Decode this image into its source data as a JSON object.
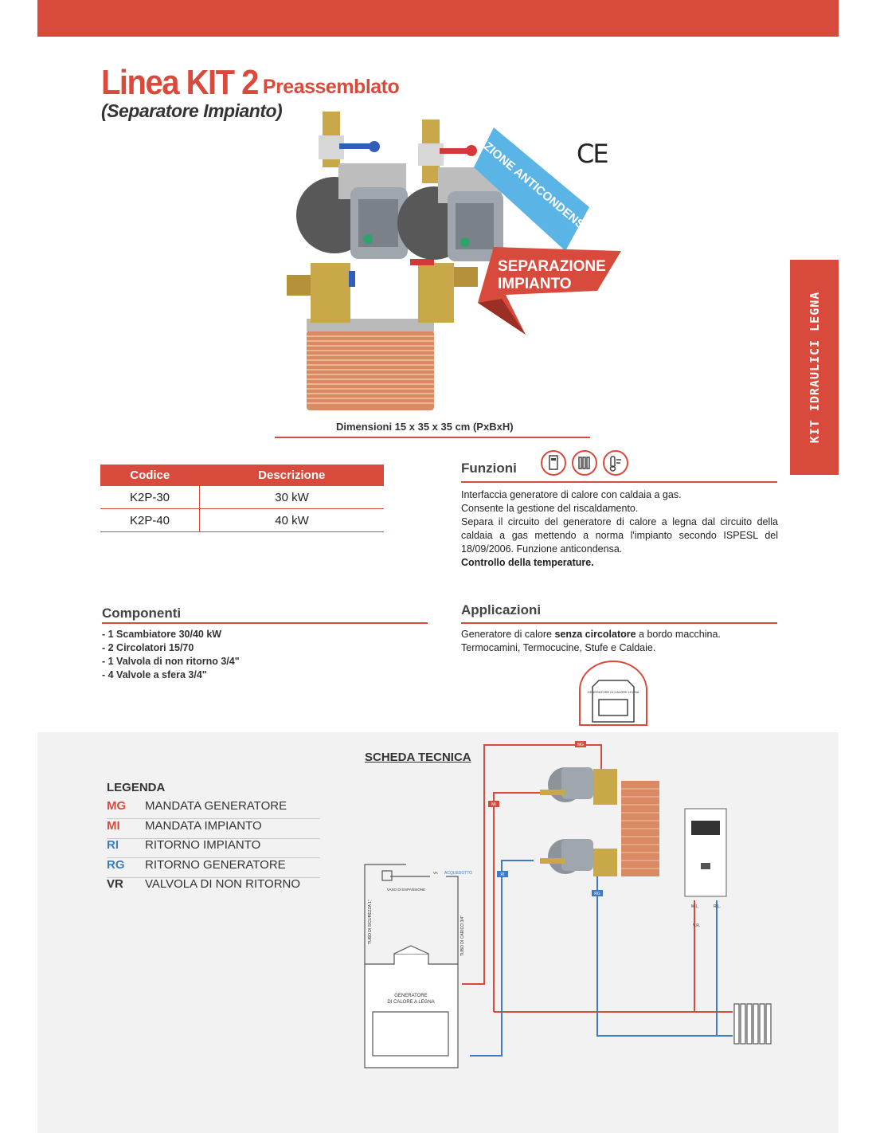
{
  "header": {
    "title_main": "Linea KIT 2",
    "title_suffix": "Preassemblato",
    "subtitle": "(Separatore Impianto)",
    "ce_mark": "CE",
    "side_tab": "KIT IDRAULICI LEGNA"
  },
  "product": {
    "badge_anticondensa": "FUNZIONE ANTICONDENSA",
    "badge_separazione_1": "SEPARAZIONE",
    "badge_separazione_2": "IMPIANTO",
    "dimensions": "Dimensioni 15 x 35 x 35 cm (PxBxH)"
  },
  "codes_table": {
    "headers": [
      "Codice",
      "Descrizione"
    ],
    "rows": [
      [
        "K2P-30",
        "30 kW"
      ],
      [
        "K2P-40",
        "40 kW"
      ]
    ]
  },
  "funzioni": {
    "heading": "Funzioni",
    "icons": [
      "boiler-icon",
      "radiator-icon",
      "temperature-icon"
    ],
    "lines": [
      "Interfaccia generatore di calore con caldaia a gas.",
      "Consente la gestione del riscaldamento.",
      "Separa il circuito del generatore di calore a legna dal circuito della caldaia a gas mettendo a norma l'impianto secondo ISPESL del 18/09/2006. Funzione anticondensa."
    ],
    "bold_line": "Controllo della temperature."
  },
  "componenti": {
    "heading": "Componenti",
    "items": [
      "- 1 Scambiatore 30/40 kW",
      "- 2 Circolatori 15/70",
      "- 1 Valvola di non ritorno 3/4\"",
      "- 4 Valvole a sfera 3/4\""
    ]
  },
  "applicazioni": {
    "heading": "Applicazioni",
    "line1_a": "Generatore di calore ",
    "line1_b": "senza circolatore",
    "line1_c": " a bordo macchina.",
    "line2": "Termocamini, Termocucine, Stufe e Caldaie.",
    "icon_label": "GENERATORE DI CALORE LEGNA"
  },
  "scheda": {
    "heading": "SCHEDA TECNICA",
    "legenda_title": "LEGENDA",
    "legenda": [
      {
        "code": "MG",
        "label": "MANDATA GENERATORE",
        "color": "#d84b3c"
      },
      {
        "code": "MI",
        "label": "MANDATA IMPIANTO",
        "color": "#d84b3c"
      },
      {
        "code": "RI",
        "label": "RITORNO IMPIANTO",
        "color": "#3d7cc4"
      },
      {
        "code": "RG",
        "label": "RITORNO GENERATORE",
        "color": "#3d7cc4"
      },
      {
        "code": "VR",
        "label": "VALVOLA DI NON RITORNO",
        "color": "#333333"
      }
    ],
    "labels": {
      "tubo_sicurezza": "TUBO DI SICUREZZA 1\"",
      "tubo_carico": "TUBO DI CARICO 3/4\"",
      "vaso": "VASO DI ESPANSIONE",
      "acquedotto": "ACQUEDOTTO",
      "va": "VA",
      "generatore_1": "GENERATORE",
      "generatore_2": "DI CALORE A LEGNA",
      "mg": "MG",
      "mi": "MI",
      "ri": "RI",
      "rg": "RG",
      "ml": "M.L.",
      "rl": "R.L.",
      "vr": "V.R."
    }
  },
  "colors": {
    "accent": "#d84b3c",
    "blue": "#3d7cc4",
    "gray_area": "#f2f2f2"
  }
}
